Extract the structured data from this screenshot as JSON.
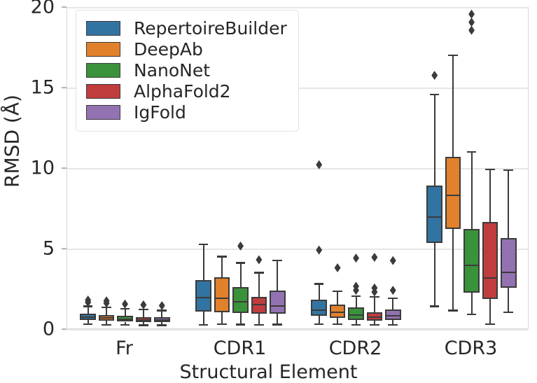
{
  "chart_data": {
    "type": "box",
    "title": "",
    "xlabel": "Structural Element",
    "ylabel": "RMSD (Å)",
    "ylim": [
      0,
      20
    ],
    "yticks": [
      0,
      5,
      10,
      15,
      20
    ],
    "ytick_labels": [
      "0",
      "5",
      "10",
      "15",
      "20"
    ],
    "grid": "horizontal",
    "legend_position": "upper left",
    "categories": [
      "Fr",
      "CDR1",
      "CDR2",
      "CDR3"
    ],
    "series": [
      {
        "name": "RepertoireBuilder",
        "color": "#3274a1",
        "boxes": [
          {
            "category": "Fr",
            "whisker_low": 0.35,
            "q1": 0.62,
            "median": 0.8,
            "q3": 1.0,
            "whisker_high": 1.45,
            "outliers": [
              1.7,
              1.85
            ]
          },
          {
            "category": "CDR1",
            "whisker_low": 0.3,
            "q1": 1.15,
            "median": 2.0,
            "q3": 3.1,
            "whisker_high": 5.3,
            "outliers": []
          },
          {
            "category": "CDR2",
            "whisker_low": 0.35,
            "q1": 0.85,
            "median": 1.2,
            "q3": 1.85,
            "whisker_high": 2.85,
            "outliers": [
              4.95,
              10.25
            ]
          },
          {
            "category": "CDR3",
            "whisker_low": 1.45,
            "q1": 5.4,
            "median": 7.0,
            "q3": 8.95,
            "whisker_high": 14.6,
            "outliers": [
              15.8
            ]
          }
        ]
      },
      {
        "name": "DeepAb",
        "color": "#e1812c",
        "boxes": [
          {
            "category": "Fr",
            "whisker_low": 0.3,
            "q1": 0.55,
            "median": 0.72,
            "q3": 0.92,
            "whisker_high": 1.4,
            "outliers": [
              1.65,
              1.8
            ]
          },
          {
            "category": "CDR1",
            "whisker_low": 0.35,
            "q1": 1.1,
            "median": 1.95,
            "q3": 3.25,
            "whisker_high": 4.55,
            "outliers": []
          },
          {
            "category": "CDR2",
            "whisker_low": 0.35,
            "q1": 0.75,
            "median": 1.1,
            "q3": 1.55,
            "whisker_high": 2.4,
            "outliers": [
              3.85
            ]
          },
          {
            "category": "CDR3",
            "whisker_low": 1.2,
            "q1": 6.25,
            "median": 8.35,
            "q3": 10.75,
            "whisker_high": 17.05,
            "outliers": []
          }
        ]
      },
      {
        "name": "NanoNet",
        "color": "#3a923a",
        "boxes": [
          {
            "category": "Fr",
            "whisker_low": 0.3,
            "q1": 0.5,
            "median": 0.66,
            "q3": 0.85,
            "whisker_high": 1.3,
            "outliers": [
              1.6
            ]
          },
          {
            "category": "CDR1",
            "whisker_low": 0.32,
            "q1": 1.05,
            "median": 1.75,
            "q3": 2.65,
            "whisker_high": 4.15,
            "outliers": [
              5.2
            ]
          },
          {
            "category": "CDR2",
            "whisker_low": 0.3,
            "q1": 0.62,
            "median": 0.9,
            "q3": 1.4,
            "whisker_high": 2.1,
            "outliers": [
              2.45,
              2.7,
              4.45
            ]
          },
          {
            "category": "CDR3",
            "whisker_low": 0.95,
            "q1": 2.3,
            "median": 4.0,
            "q3": 6.25,
            "whisker_high": 11.05,
            "outliers": [
              18.6,
              19.1,
              19.6
            ]
          }
        ]
      },
      {
        "name": "AlphaFold2",
        "color": "#c03d3e",
        "boxes": [
          {
            "category": "Fr",
            "whisker_low": 0.28,
            "q1": 0.48,
            "median": 0.62,
            "q3": 0.8,
            "whisker_high": 1.25,
            "outliers": [
              1.55
            ]
          },
          {
            "category": "CDR1",
            "whisker_low": 0.3,
            "q1": 1.0,
            "median": 1.55,
            "q3": 2.05,
            "whisker_high": 3.55,
            "outliers": [
              4.35
            ]
          },
          {
            "category": "CDR2",
            "whisker_low": 0.3,
            "q1": 0.55,
            "median": 0.8,
            "q3": 1.1,
            "whisker_high": 2.05,
            "outliers": [
              2.35,
              2.6,
              4.5
            ]
          },
          {
            "category": "CDR3",
            "whisker_low": 0.35,
            "q1": 1.9,
            "median": 3.2,
            "q3": 6.7,
            "whisker_high": 9.95,
            "outliers": []
          }
        ]
      },
      {
        "name": "IgFold",
        "color": "#9372b2",
        "boxes": [
          {
            "category": "Fr",
            "whisker_low": 0.28,
            "q1": 0.46,
            "median": 0.6,
            "q3": 0.78,
            "whisker_high": 1.2,
            "outliers": [
              1.5
            ]
          },
          {
            "category": "CDR1",
            "whisker_low": 0.32,
            "q1": 1.0,
            "median": 1.5,
            "q3": 2.45,
            "whisker_high": 4.3,
            "outliers": []
          },
          {
            "category": "CDR2",
            "whisker_low": 0.3,
            "q1": 0.6,
            "median": 0.85,
            "q3": 1.25,
            "whisker_high": 1.95,
            "outliers": [
              2.45,
              4.3
            ]
          },
          {
            "category": "CDR3",
            "whisker_low": 1.1,
            "q1": 2.6,
            "median": 3.55,
            "q3": 5.7,
            "whisker_high": 9.9,
            "outliers": []
          }
        ]
      }
    ]
  }
}
